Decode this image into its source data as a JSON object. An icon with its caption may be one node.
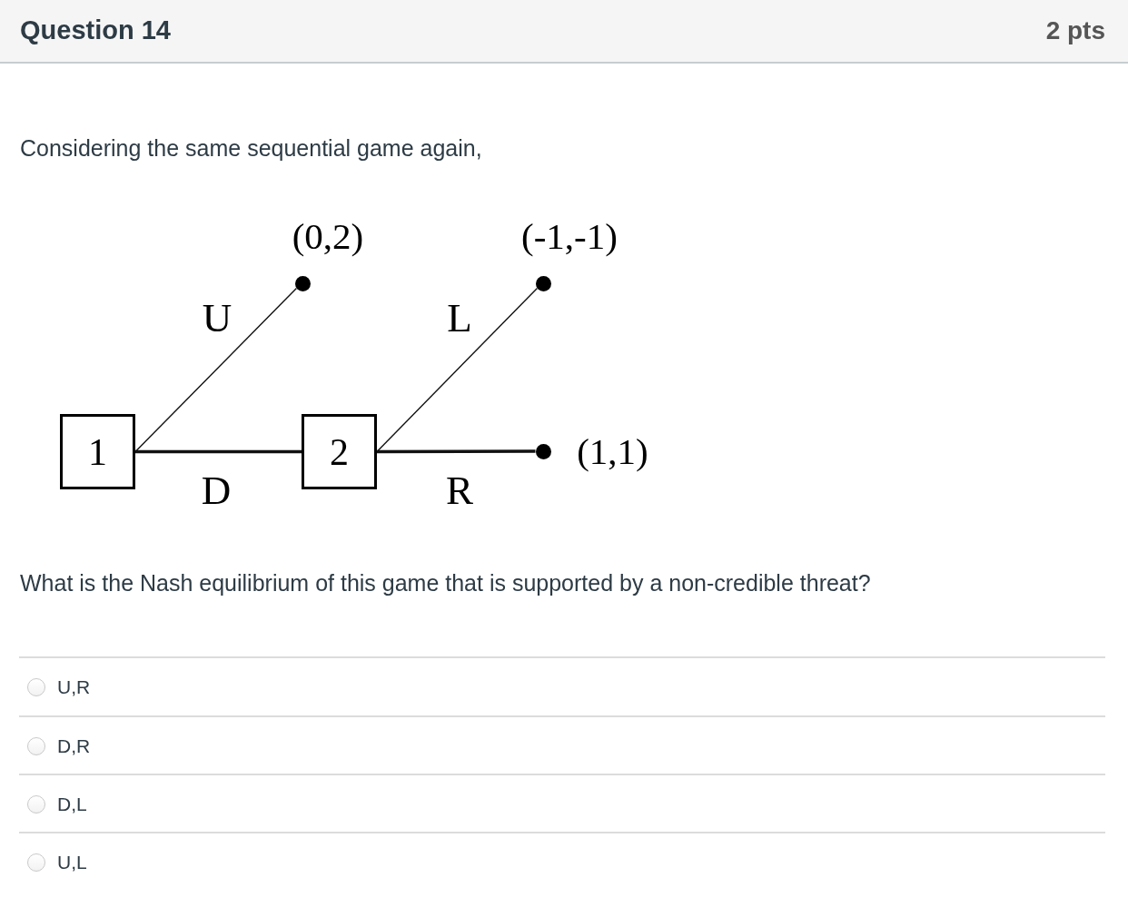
{
  "diagram": {
    "title": "Question 14",
    "nodes": [
      {
        "text": [
          "1"
        ]
      },
      {
        "text": [
          "2"
        ]
      },
      {
        "text": [],
        "shape": "circle",
        "beside": [
          "(0,2)"
        ]
      },
      {
        "text": [],
        "shape": "circle",
        "beside": [
          "(-1,-1)"
        ]
      },
      {
        "text": [],
        "shape": "circle",
        "beside": [
          "(1,1)"
        ]
      }
    ],
    "edges": [
      {
        "from": 0,
        "to": 2,
        "arrow": "none",
        "label": "U"
      },
      {
        "from": 0,
        "to": 1,
        "arrow": "none",
        "label": "D",
        "style": "thick"
      },
      {
        "from": 1,
        "to": 3,
        "arrow": "none",
        "label": "L"
      },
      {
        "from": 1,
        "to": 4,
        "arrow": "none",
        "label": "R",
        "style": "thick"
      }
    ],
    "labels": [
      "2 pts",
      "Considering the same sequential game again,",
      "What is the Nash equilibrium of this game that is supported by a non-credible threat?",
      "U,R",
      "D,R",
      "D,L",
      "U,L"
    ]
  }
}
